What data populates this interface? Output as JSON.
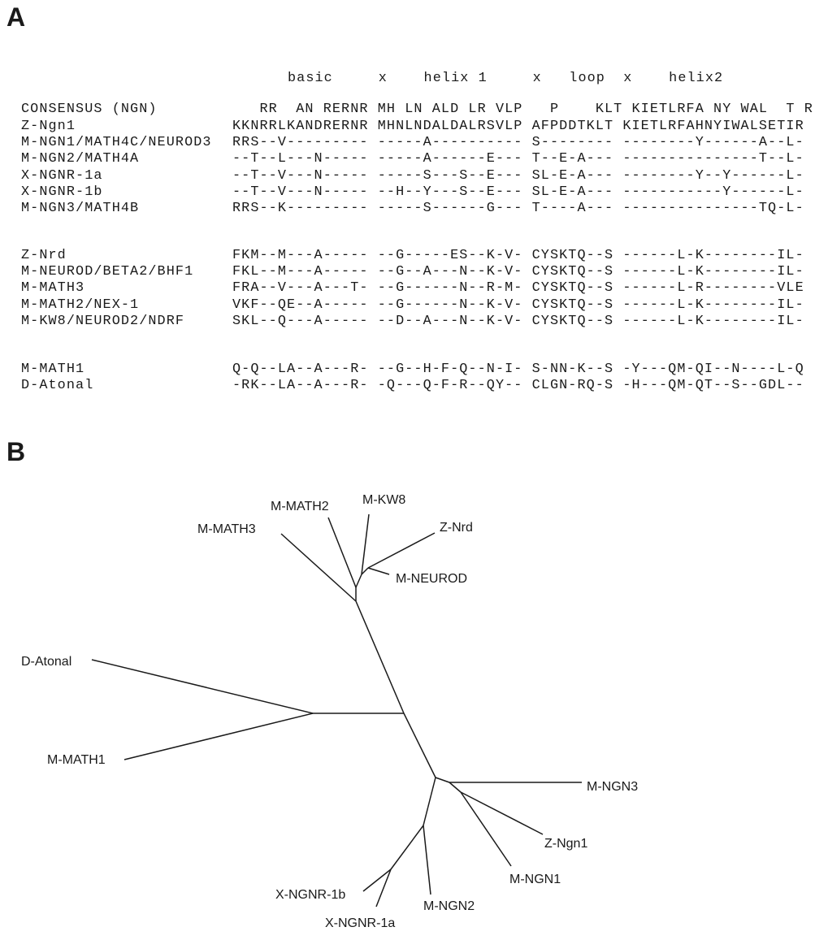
{
  "panel_a": {
    "letter": "A",
    "domain_header": "basic     x    helix 1     x   loop  x    helix2",
    "consensus": {
      "label": "CONSENSUS (NGN)",
      "seq": "   RR  AN RERNR MH LN ALD LR VLP   P    KLT KIETLRFA NY WAL  T R"
    },
    "groups": [
      [
        {
          "label": "Z-Ngn1",
          "seq": "KKNRRLKANDRERNR MHNLNDALDALRSVLP AFPDDTKLT KIETLRFAHNYIWALSETIR"
        },
        {
          "label": "M-NGN1/MATH4C/NEUROD3",
          "seq": "RRS--V--------- -----A---------- S-------- --------Y------A--L-"
        },
        {
          "label": "M-NGN2/MATH4A",
          "seq": "--T--L---N----- -----A------E--- T--E-A--- ---------------T--L-"
        },
        {
          "label": "X-NGNR-1a",
          "seq": "--T--V---N----- -----S---S--E--- SL-E-A--- --------Y--Y------L-"
        },
        {
          "label": "X-NGNR-1b",
          "seq": "--T--V---N----- --H--Y---S--E--- SL-E-A--- -----------Y------L-"
        },
        {
          "label": "M-NGN3/MATH4B",
          "seq": "RRS--K--------- -----S------G--- T----A--- ---------------TQ-L-"
        }
      ],
      [
        {
          "label": "Z-Nrd",
          "seq": "FKM--M---A----- --G-----ES--K-V- CYSKTQ--S ------L-K--------IL-"
        },
        {
          "label": "M-NEUROD/BETA2/BHF1",
          "seq": "FKL--M---A----- --G--A---N--K-V- CYSKTQ--S ------L-K--------IL-"
        },
        {
          "label": "M-MATH3",
          "seq": "FRA--V---A---T- --G------N--R-M- CYSKTQ--S ------L-R--------VLE"
        },
        {
          "label": "M-MATH2/NEX-1",
          "seq": "VKF--QE--A----- --G------N--K-V- CYSKTQ--S ------L-K--------IL-"
        },
        {
          "label": "M-KW8/NEUROD2/NDRF",
          "seq": "SKL--Q---A----- --D--A---N--K-V- CYSKTQ--S ------L-K--------IL-"
        }
      ],
      [
        {
          "label": "M-MATH1",
          "seq": "Q-Q--LA--A---R- --G--H-F-Q--N-I- S-NN-K--S -Y---QM-QI--N----L-Q"
        },
        {
          "label": "D-Atonal",
          "seq": "-RK--LA--A---R- -Q---Q-F-R--QY-- CLGN-RQ-S -H---QM-QT--S--GDL--"
        }
      ]
    ]
  },
  "panel_b": {
    "letter": "B",
    "taxa": {
      "m_math3": "M-MATH3",
      "m_math2": "M-MATH2",
      "m_kw8": "M-KW8",
      "z_nrd": "Z-Nrd",
      "m_neurod": "M-NEUROD",
      "d_atonal": "D-Atonal",
      "m_math1": "M-MATH1",
      "m_ngn3": "M-NGN3",
      "z_ngn1": "Z-Ngn1",
      "m_ngn1": "M-NGN1",
      "m_ngn2": "M-NGN2",
      "x_ngnr_1b": "X-NGNR-1b",
      "x_ngnr_1a": "X-NGNR-1a"
    }
  }
}
